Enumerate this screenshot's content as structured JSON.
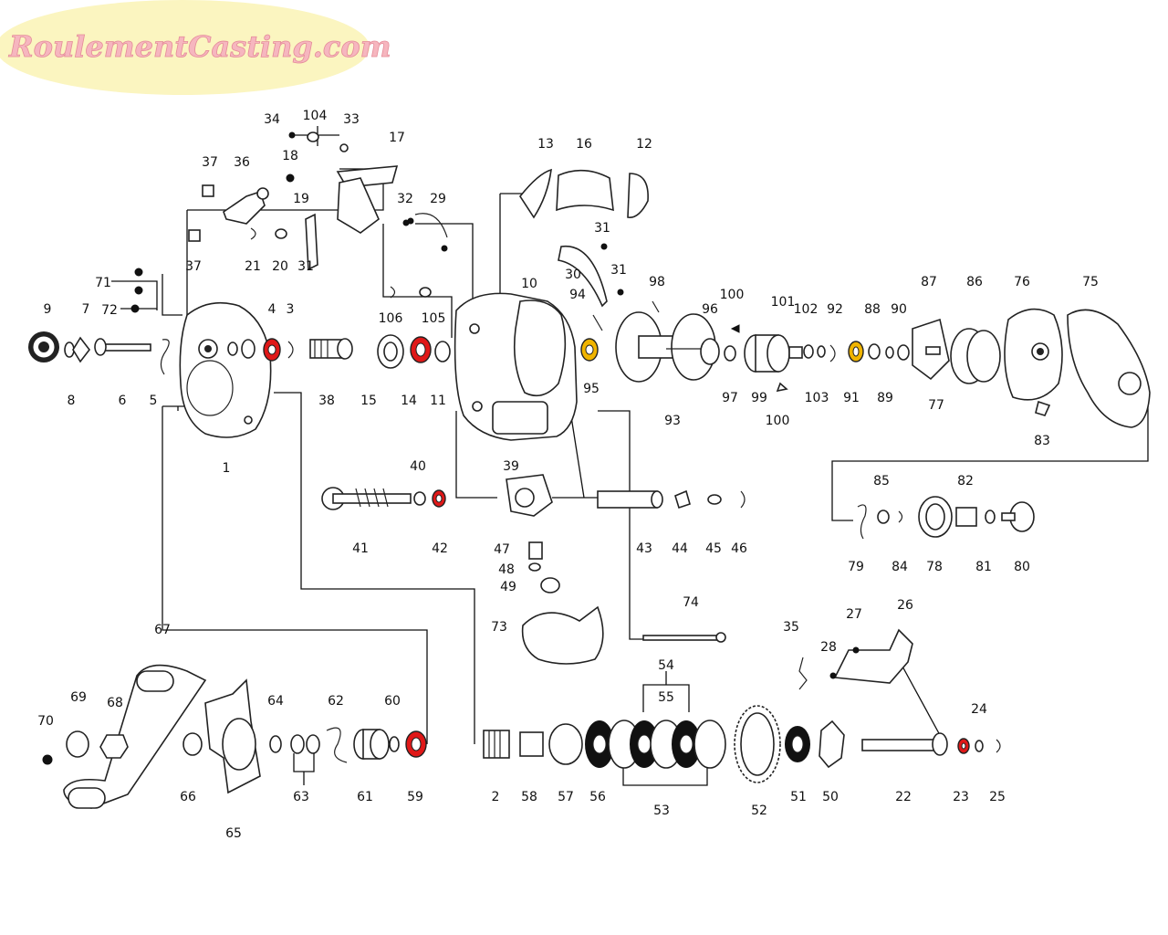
{
  "logo": {
    "text": "RoulementCasting.com",
    "bg_color": "#fbf5c0",
    "text_color": "#f6b6bf"
  },
  "highlight_colors": {
    "bearing_red": "#e01818",
    "bearing_gold": "#f0b400"
  },
  "labels": {
    "n1": "1",
    "n2": "2",
    "n3": "3",
    "n4": "4",
    "n5": "5",
    "n6": "6",
    "n7": "7",
    "n8": "8",
    "n9": "9",
    "n10": "10",
    "n11": "11",
    "n12": "12",
    "n13": "13",
    "n14": "14",
    "n15": "15",
    "n16": "16",
    "n17": "17",
    "n18": "18",
    "n19": "19",
    "n20": "20",
    "n21": "21",
    "n22": "22",
    "n23": "23",
    "n24": "24",
    "n25": "25",
    "n26": "26",
    "n27": "27",
    "n28": "28",
    "n29": "29",
    "n30": "30",
    "n31a": "31",
    "n31b": "31",
    "n31c": "31",
    "n32": "32",
    "n33": "33",
    "n34": "34",
    "n35": "35",
    "n36": "36",
    "n37a": "37",
    "n37b": "37",
    "n38": "38",
    "n39": "39",
    "n40": "40",
    "n41": "41",
    "n42": "42",
    "n43": "43",
    "n44": "44",
    "n45": "45",
    "n46": "46",
    "n47": "47",
    "n48": "48",
    "n49": "49",
    "n50": "50",
    "n51": "51",
    "n52": "52",
    "n53": "53",
    "n54": "54",
    "n55": "55",
    "n56": "56",
    "n57": "57",
    "n58": "58",
    "n59": "59",
    "n60": "60",
    "n61": "61",
    "n62": "62",
    "n63": "63",
    "n64": "64",
    "n65": "65",
    "n66": "66",
    "n67": "67",
    "n68": "68",
    "n69": "69",
    "n70": "70",
    "n71": "71",
    "n72": "72",
    "n73": "73",
    "n74": "74",
    "n75": "75",
    "n76": "76",
    "n77": "77",
    "n78": "78",
    "n79": "79",
    "n80": "80",
    "n81": "81",
    "n82": "82",
    "n83": "83",
    "n84": "84",
    "n85": "85",
    "n86": "86",
    "n87": "87",
    "n88": "88",
    "n89": "89",
    "n90": "90",
    "n91": "91",
    "n92": "92",
    "n93": "93",
    "n94": "94",
    "n95": "95",
    "n96": "96",
    "n97": "97",
    "n98": "98",
    "n99": "99",
    "n100a": "100",
    "n100b": "100",
    "n101": "101",
    "n102": "102",
    "n103": "103",
    "n104": "104",
    "n105": "105",
    "n106": "106"
  }
}
